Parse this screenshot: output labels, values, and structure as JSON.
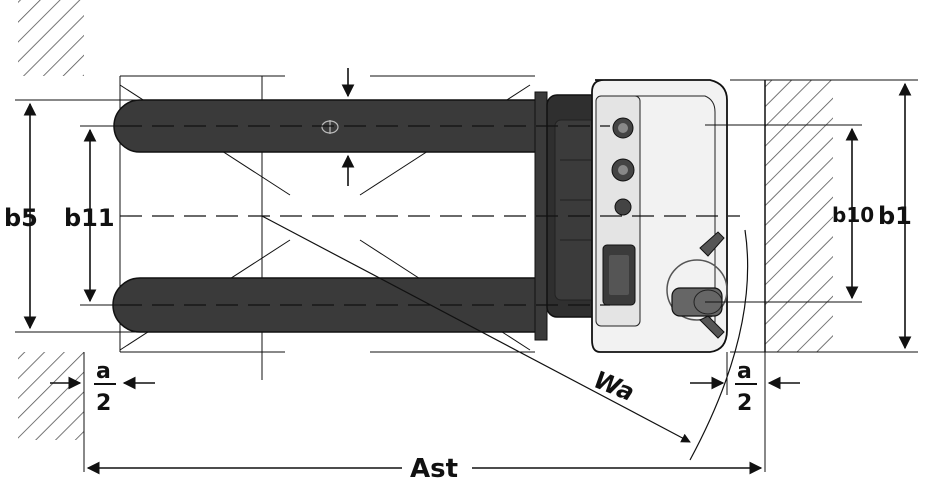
{
  "labels": {
    "b5": "b5",
    "b11": "b11",
    "b10": "b10",
    "b1": "b1",
    "a_left_num": "a",
    "a_left_den": "2",
    "a_right_num": "a",
    "a_right_den": "2",
    "wa": "Wa",
    "ast": "Ast"
  },
  "colors": {
    "ink": "#111111",
    "fork": "#3a3a3a",
    "body_fill": "#f2f2f2",
    "hatch": "#555555"
  }
}
